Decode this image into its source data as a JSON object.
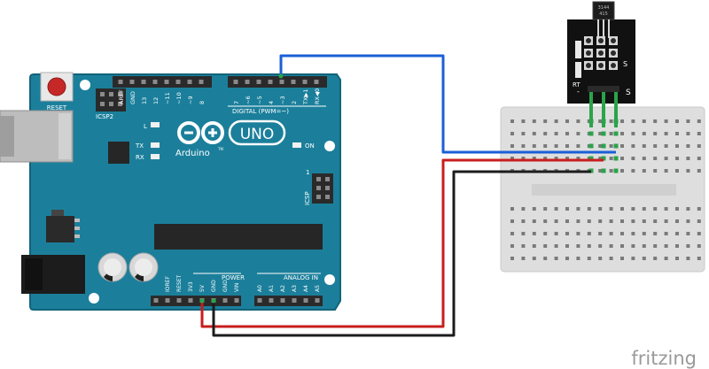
{
  "arduino": {
    "reset_label": "RESET",
    "icsp2_label": "ICSP2",
    "logo_model": "UNO",
    "logo_brand": "Arduino",
    "logo_tm": "TM",
    "led_l": "L",
    "led_tx": "TX",
    "led_rx": "RX",
    "led_on": "ON",
    "digital_header": "DIGITAL (PWM=~)",
    "digital_pins": [
      "AREF",
      "GND",
      "13",
      "12",
      "~11",
      "~10",
      "~9",
      "8",
      "7",
      "~6",
      "~5",
      "4",
      "~3",
      "2",
      "TX▶1",
      "RX◀0"
    ],
    "icsp_label": "ICSP",
    "icsp_pin1": "1",
    "power_header": "POWER",
    "power_pins": [
      "IOREF",
      "RESET",
      "3V3",
      "5V",
      "GND",
      "GND",
      "VIN"
    ],
    "analog_header": "ANALOG IN",
    "analog_pins": [
      "A0",
      "A1",
      "A2",
      "A3",
      "A4",
      "A5"
    ]
  },
  "sensor": {
    "chip_text": [
      "3144",
      "415"
    ],
    "pin_labels": [
      "-",
      "S",
      "S"
    ],
    "rt_label": "RT"
  },
  "wires": {
    "signal": {
      "from": "D3",
      "to": "S",
      "color": "#1a5fd6"
    },
    "power": {
      "from": "5V",
      "to": "VCC",
      "color": "#c81e1e"
    },
    "ground": {
      "from": "GND",
      "to": "-",
      "color": "#1c1c1c"
    }
  },
  "colors": {
    "board": "#1b7f9b",
    "board_edge": "#12637a",
    "breadboard": "#dedede",
    "sensor_board": "#111111",
    "jumper": "#2aa44a"
  },
  "watermark": "fritzing"
}
